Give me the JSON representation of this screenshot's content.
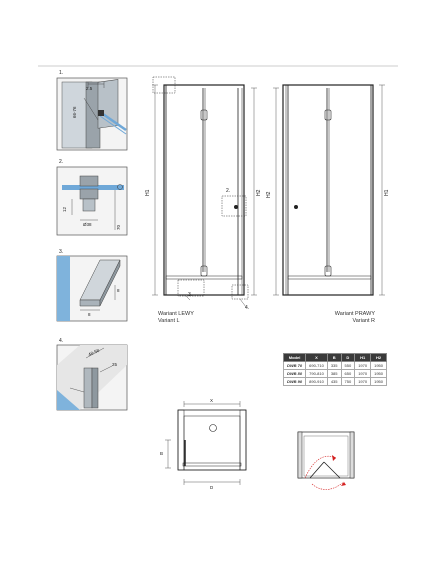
{
  "details": {
    "d1": {
      "num": "1.",
      "dim_top": "2.5",
      "dim_angle": "66-76"
    },
    "d2": {
      "num": "2.",
      "dim_a": "12",
      "dim_b": "70",
      "dim_dia": "Ø38"
    },
    "d3": {
      "num": "3.",
      "dim_h": "8",
      "dim_w": "8"
    },
    "d4": {
      "num": "4.",
      "dim_a": "48-58",
      "dim_b": "25"
    }
  },
  "left_view": {
    "h1": "H1",
    "h2": "H2",
    "callout2": "2.",
    "callout3": "3.",
    "callout4": "4.",
    "variant_line1": "Wariant LEWY",
    "variant_line2": "Variant L"
  },
  "right_view": {
    "h1": "H1",
    "h2": "H2",
    "variant_line1": "Wariant PRAWY",
    "variant_line2": "Variant R"
  },
  "table": {
    "headers": [
      "Model",
      "X",
      "B",
      "D",
      "H1",
      "H2"
    ],
    "rows": [
      [
        "DWB 70",
        "690-710",
        "335",
        "550",
        "1970",
        "1950"
      ],
      [
        "DWB 80",
        "790-810",
        "385",
        "650",
        "1970",
        "1950"
      ],
      [
        "DWB 90",
        "890-910",
        "435",
        "750",
        "1970",
        "1950"
      ]
    ]
  },
  "plan": {
    "x": "X",
    "b": "B",
    "d": "D"
  },
  "colors": {
    "glass": "#6fa8d8",
    "line": "#333333",
    "accent": "#d42020"
  }
}
